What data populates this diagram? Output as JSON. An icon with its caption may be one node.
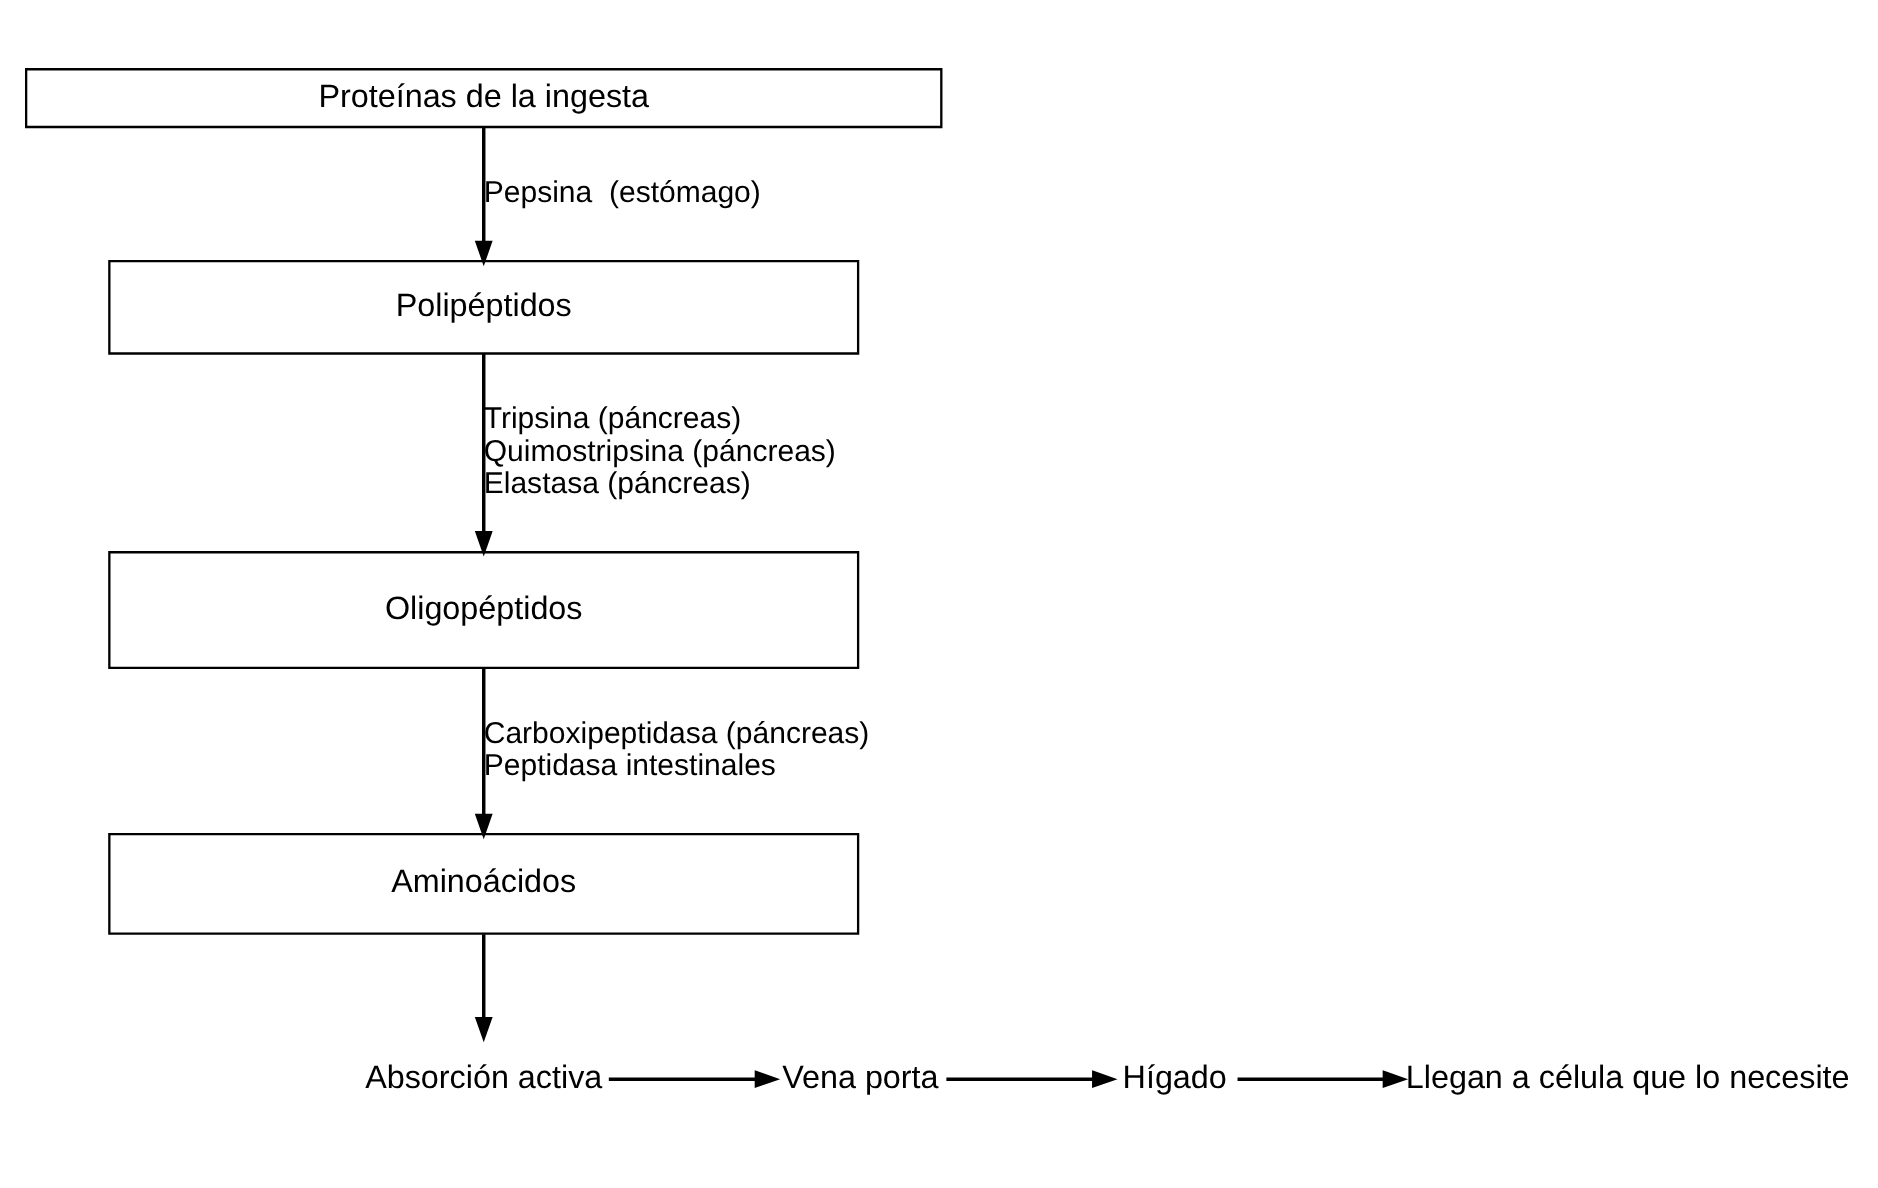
{
  "diagram": {
    "nodes": [
      {
        "text": [
          "Proteínas de la ingesta"
        ]
      },
      {
        "text": [
          "Polipéptidos"
        ]
      },
      {
        "text": [
          "Oligopéptidos"
        ]
      },
      {
        "text": [
          "Aminoácidos"
        ]
      },
      {
        "text": [
          "Absorción activa"
        ]
      },
      {
        "text": [
          "Vena porta"
        ]
      },
      {
        "text": [
          "Hígado"
        ]
      },
      {
        "text": [
          "Llegan a célula que lo necesite"
        ]
      }
    ],
    "edges": [
      {
        "from": 0,
        "to": 1,
        "arrow": "to",
        "label": "Pepsina  (estómago)"
      },
      {
        "from": 1,
        "to": 2,
        "arrow": "to",
        "label": "Tripsina (páncreas) Quimostripsina (páncreas) Elastasa (páncreas)"
      },
      {
        "from": 2,
        "to": 3,
        "arrow": "to",
        "label": "Carboxipeptidasa (páncreas) Peptidasa intestinales"
      },
      {
        "from": 3,
        "to": 4,
        "arrow": "to"
      },
      {
        "from": 4,
        "to": 5,
        "arrow": "to"
      },
      {
        "from": 5,
        "to": 6,
        "arrow": "to"
      },
      {
        "from": 6,
        "to": 7,
        "arrow": "to"
      }
    ]
  }
}
